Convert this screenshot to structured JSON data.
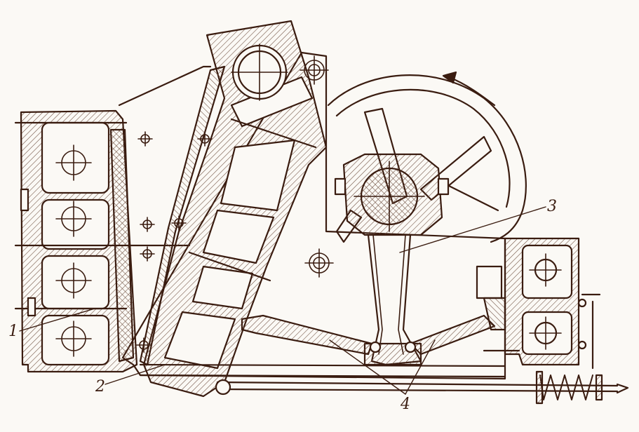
{
  "diagram": {
    "callouts": [
      "1",
      "2",
      "3",
      "4"
    ],
    "colors": {
      "line": "#3a1c10",
      "paper": "#fbf9f5",
      "hatch": "#6a4a3a"
    }
  }
}
